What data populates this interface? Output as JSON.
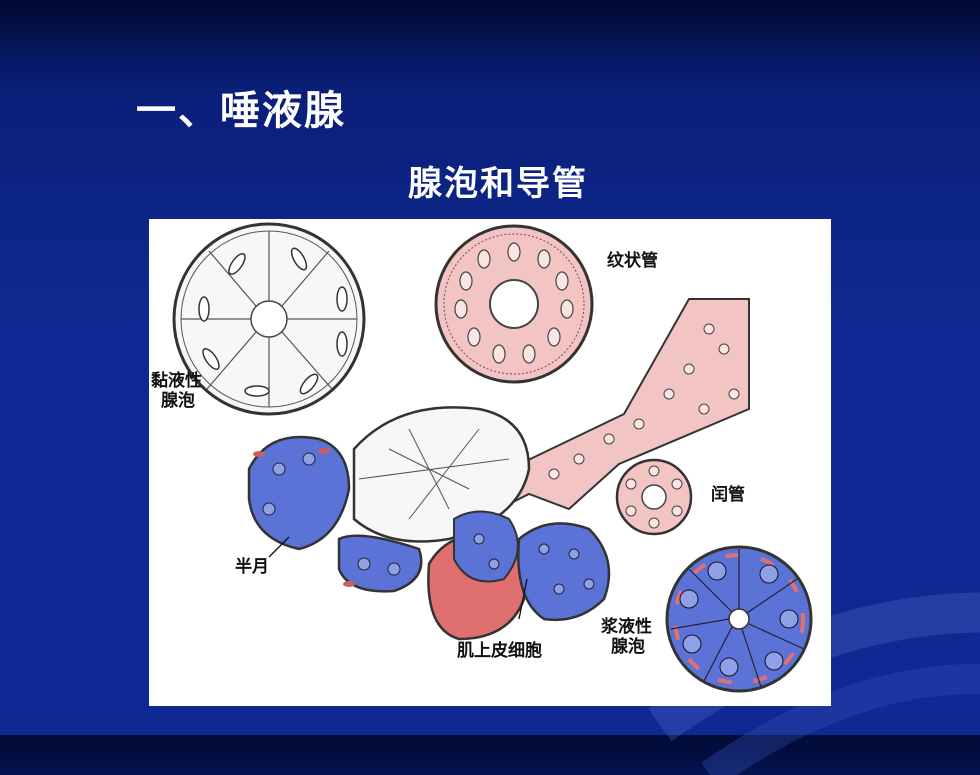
{
  "slide": {
    "title": "一、唾液腺",
    "subtitle": "腺泡和导管"
  },
  "figure": {
    "labels": {
      "striated_duct": "纹状管",
      "mucous_acinus_line1": "黏液性",
      "mucous_acinus_line2": "腺泡",
      "intercalated_duct": "闰管",
      "demilune": "半月",
      "serous_acinus_line1": "浆液性",
      "serous_acinus_line2": "腺泡",
      "myoepithelial_cell": "肌上皮细胞"
    },
    "colors": {
      "serous": "#5b73d6",
      "duct_pink": "#f2b8b8",
      "myoepithelial": "#e07070",
      "mucous": "#ffffff",
      "background": "#0e2a92"
    }
  }
}
